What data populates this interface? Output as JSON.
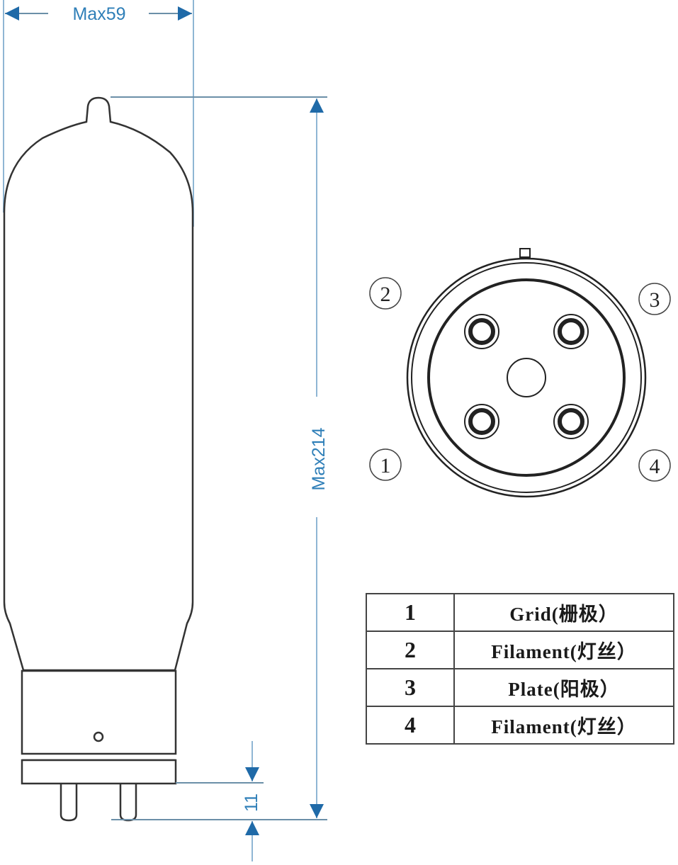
{
  "dimensions": {
    "width_label": "Max59",
    "height_label": "Max214",
    "pin_length_label": "11",
    "line_color": "#2f7fb8",
    "outline_color": "#333333"
  },
  "socket_view": {
    "pin_labels": [
      {
        "id": "1",
        "glyph": "①",
        "position": "bottom-left"
      },
      {
        "id": "2",
        "glyph": "②",
        "position": "top-left"
      },
      {
        "id": "3",
        "glyph": "③",
        "position": "top-right"
      },
      {
        "id": "4",
        "glyph": "④",
        "position": "bottom-right"
      }
    ]
  },
  "pin_table": {
    "rows": [
      {
        "pin": "1",
        "function": "Grid(栅极）"
      },
      {
        "pin": "2",
        "function": "Filament(灯丝）"
      },
      {
        "pin": "3",
        "function": "Plate(阳极）"
      },
      {
        "pin": "4",
        "function": "Filament(灯丝）"
      }
    ]
  }
}
